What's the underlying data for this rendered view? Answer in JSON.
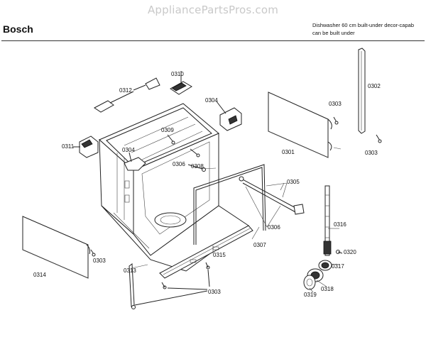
{
  "header": {
    "watermark": "AppliancePartsPros.com",
    "brand": "Bosch",
    "description_line1": "Dishwasher 60 cm built-under decor-capab",
    "description_line2": "can be built under"
  },
  "callouts": {
    "c0302": "0302",
    "c0303_a": "0303",
    "c0303_b": "0303",
    "c0303_c": "0303",
    "c0303_d": "0303",
    "c0304_a": "0304",
    "c0304_b": "0304",
    "c0305": "0305",
    "c0306_a": "0306",
    "c0306_b": "0306",
    "c0307": "0307",
    "c0309": "0309",
    "c0310": "0310",
    "c0311": "0311",
    "c0312": "0312",
    "c0313": "0313",
    "c0314": "0314",
    "c0315": "0315",
    "c0316": "0316",
    "c0317": "0317",
    "c0318": "0318",
    "c0319": "0319",
    "c0320": "0320",
    "c0301": "0301"
  }
}
